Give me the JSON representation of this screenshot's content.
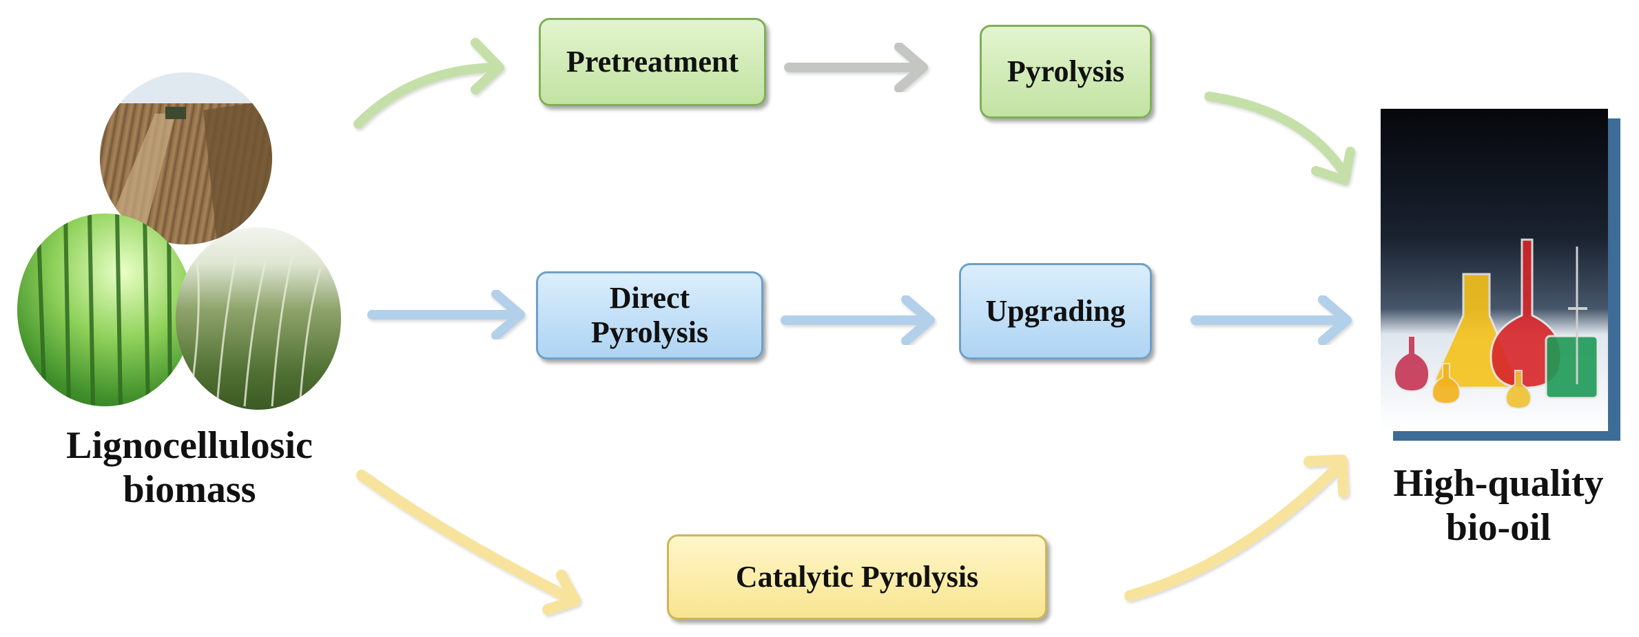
{
  "nodes": {
    "source": {
      "line1": "Lignocellulosic",
      "line2": "biomass"
    },
    "pretreatment": {
      "label": "Pretreatment"
    },
    "pyrolysis": {
      "label": "Pyrolysis"
    },
    "direct_pyrolysis": {
      "label": "Direct\nPyrolysis"
    },
    "upgrading": {
      "label": "Upgrading"
    },
    "catalytic_pyrolysis": {
      "label": "Catalytic Pyrolysis"
    },
    "product": {
      "line1": "High-quality",
      "line2": "bio-oil"
    }
  },
  "pathways": [
    {
      "name": "pretreatment-route",
      "color": "#c5dfa8"
    },
    {
      "name": "direct-route",
      "color": "#b3d0ea"
    },
    {
      "name": "catalytic-route",
      "color": "#f7e39c"
    }
  ],
  "images": {
    "cornfield": "cornfield-photo",
    "bamboo": "bamboo-forest-photo",
    "grass": "tall-grass-photo",
    "lab": "laboratory-glassware-photo"
  }
}
